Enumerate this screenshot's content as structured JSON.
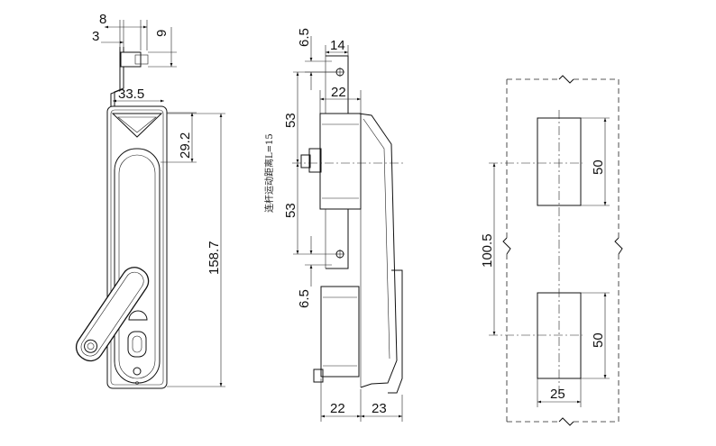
{
  "front_view": {
    "dims": {
      "d8": "8",
      "d3": "3",
      "d9": "9",
      "d33_5": "33.5",
      "d29_2": "29.2",
      "d158_7": "158.7"
    }
  },
  "side_view": {
    "dims": {
      "d6_5_top": "6.5",
      "d14": "14",
      "d22_top": "22",
      "d53_top": "53",
      "d53_bottom": "53",
      "d6_5_bottom": "6.5",
      "d22_bottom": "22",
      "d23": "23"
    },
    "note": "连杆运动距离L=15"
  },
  "cutout_view": {
    "dims": {
      "d50_top": "50",
      "d100_5": "100.5",
      "d50_bottom": "50",
      "d25": "25"
    }
  }
}
